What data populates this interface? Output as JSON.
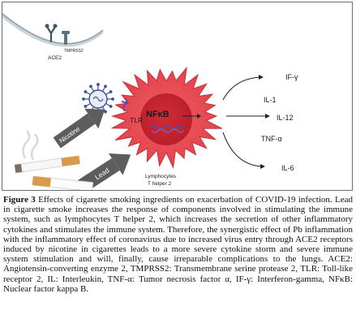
{
  "figure": {
    "receptor_labels": {
      "ace2": "ACE2",
      "tmprss2": "TMPRSS2"
    },
    "cell_labels": {
      "nfkb": "NFκB",
      "tlr": "TLR",
      "lymphocytes_line1": "Lymphocytes",
      "lymphocytes_line2": "T helper 2"
    },
    "arrow_labels": {
      "nicotine": "Nicotine",
      "lead": "Lead"
    },
    "cytokines": {
      "ifn": "IF-γ",
      "il1": "IL-1",
      "il12": "IL-12",
      "tnf": "TNF-α",
      "il6": "IL-6"
    },
    "colors": {
      "cell": "#e0414a",
      "nucleus": "#c8232f",
      "arrow_body": "#5d5d5d",
      "virus": "#3b4f9a",
      "ace2": "#3d5560"
    }
  },
  "caption": {
    "label": "Figure 3",
    "text": " Effects of cigarette smoking ingredients on exacerbation of COVID-19 infection. Lead in cigarette smoke increases the response of components involved in stimulating the immune system, such as lymphocytes T helper 2, which increases the secretion of other inflammatory cytokines and stimulates the immune system. Therefore, the synergistic effect of Pb inflammation with the inflammatory effect of coronavirus due to increased virus entry through ACE2 receptors induced by nicotine in cigarettes leads to a more severe cytokine storm and severe immune system stimulation and will, finally, cause irreparable complications to the lungs. ACE2: Angiotensin-converting enzyme 2, TMPRSS2: Transmembrane serine protease 2, TLR: Toll-like receptor 2, IL: Interleukin, TNF-α: Tumor necrosis factor α, IF-γ: Interferon-gamma, NFκB: Nuclear factor kappa B."
  }
}
